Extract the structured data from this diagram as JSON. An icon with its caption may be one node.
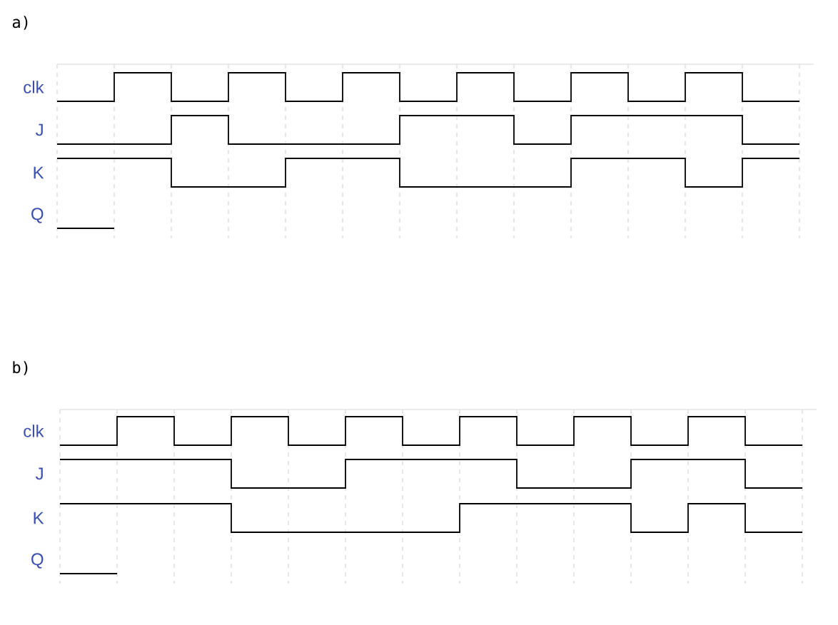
{
  "diagram": {
    "labels": [
      "a)",
      "clk",
      "J",
      "K",
      "Q",
      "b)",
      "clk",
      "J",
      "K",
      "Q"
    ]
  }
}
